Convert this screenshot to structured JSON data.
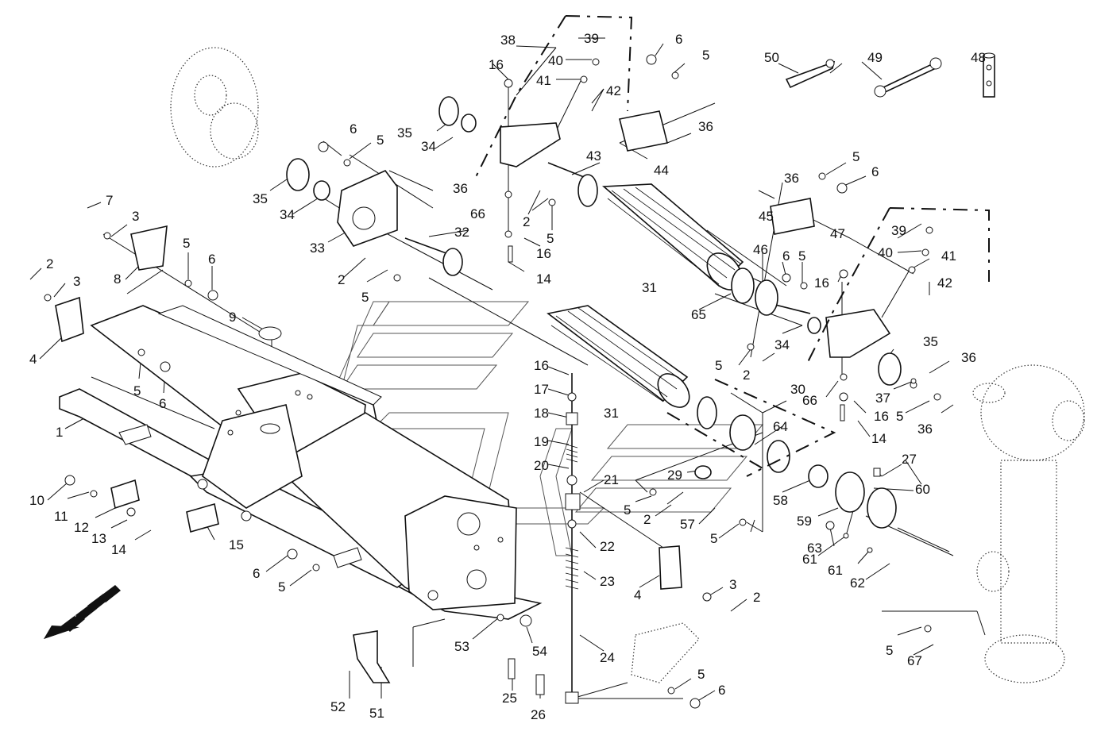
{
  "diagram": {
    "callouts": [
      {
        "id": "c1",
        "text": "1"
      },
      {
        "id": "c2a",
        "text": "2"
      },
      {
        "id": "c2b",
        "text": "2"
      },
      {
        "id": "c2c",
        "text": "2"
      },
      {
        "id": "c2d",
        "text": "2"
      },
      {
        "id": "c2e",
        "text": "2"
      },
      {
        "id": "c2f",
        "text": "2"
      },
      {
        "id": "c2g",
        "text": "2"
      },
      {
        "id": "c3a",
        "text": "3"
      },
      {
        "id": "c3b",
        "text": "3"
      },
      {
        "id": "c3c",
        "text": "3"
      },
      {
        "id": "c4a",
        "text": "4"
      },
      {
        "id": "c4b",
        "text": "4"
      },
      {
        "id": "c5a",
        "text": "5"
      },
      {
        "id": "c5b",
        "text": "5"
      },
      {
        "id": "c5c",
        "text": "5"
      },
      {
        "id": "c5d",
        "text": "5"
      },
      {
        "id": "c5e",
        "text": "5"
      },
      {
        "id": "c5f",
        "text": "5"
      },
      {
        "id": "c5g",
        "text": "5"
      },
      {
        "id": "c5h",
        "text": "5"
      },
      {
        "id": "c5i",
        "text": "5"
      },
      {
        "id": "c5j",
        "text": "5"
      },
      {
        "id": "c5k",
        "text": "5"
      },
      {
        "id": "c5l",
        "text": "5"
      },
      {
        "id": "c5m",
        "text": "5"
      },
      {
        "id": "c5n",
        "text": "5"
      },
      {
        "id": "c5o",
        "text": "5"
      },
      {
        "id": "c5p",
        "text": "5"
      },
      {
        "id": "c6a",
        "text": "6"
      },
      {
        "id": "c6b",
        "text": "6"
      },
      {
        "id": "c6c",
        "text": "6"
      },
      {
        "id": "c6d",
        "text": "6"
      },
      {
        "id": "c6e",
        "text": "6"
      },
      {
        "id": "c6f",
        "text": "6"
      },
      {
        "id": "c6g",
        "text": "6"
      },
      {
        "id": "c6h",
        "text": "6"
      },
      {
        "id": "c7",
        "text": "7"
      },
      {
        "id": "c8",
        "text": "8"
      },
      {
        "id": "c9",
        "text": "9"
      },
      {
        "id": "c10",
        "text": "10"
      },
      {
        "id": "c11",
        "text": "11"
      },
      {
        "id": "c12",
        "text": "12"
      },
      {
        "id": "c13",
        "text": "13"
      },
      {
        "id": "c14a",
        "text": "14"
      },
      {
        "id": "c14b",
        "text": "14"
      },
      {
        "id": "c14c",
        "text": "14"
      },
      {
        "id": "c15",
        "text": "15"
      },
      {
        "id": "c16a",
        "text": "16"
      },
      {
        "id": "c16b",
        "text": "16"
      },
      {
        "id": "c16c",
        "text": "16"
      },
      {
        "id": "c16d",
        "text": "16"
      },
      {
        "id": "c16e",
        "text": "16"
      },
      {
        "id": "c17",
        "text": "17"
      },
      {
        "id": "c18",
        "text": "18"
      },
      {
        "id": "c19",
        "text": "19"
      },
      {
        "id": "c20",
        "text": "20"
      },
      {
        "id": "c21",
        "text": "21"
      },
      {
        "id": "c22",
        "text": "22"
      },
      {
        "id": "c23",
        "text": "23"
      },
      {
        "id": "c24",
        "text": "24"
      },
      {
        "id": "c25",
        "text": "25"
      },
      {
        "id": "c26",
        "text": "26"
      },
      {
        "id": "c27",
        "text": "27"
      },
      {
        "id": "c29",
        "text": "29"
      },
      {
        "id": "c30",
        "text": "30"
      },
      {
        "id": "c31a",
        "text": "31"
      },
      {
        "id": "c31b",
        "text": "31"
      },
      {
        "id": "c32",
        "text": "32"
      },
      {
        "id": "c33",
        "text": "33"
      },
      {
        "id": "c34a",
        "text": "34"
      },
      {
        "id": "c34b",
        "text": "34"
      },
      {
        "id": "c34c",
        "text": "34"
      },
      {
        "id": "c35a",
        "text": "35"
      },
      {
        "id": "c35b",
        "text": "35"
      },
      {
        "id": "c35c",
        "text": "35"
      },
      {
        "id": "c36a",
        "text": "36"
      },
      {
        "id": "c36b",
        "text": "36"
      },
      {
        "id": "c36c",
        "text": "36"
      },
      {
        "id": "c36d",
        "text": "36"
      },
      {
        "id": "c36e",
        "text": "36"
      },
      {
        "id": "c37",
        "text": "37"
      },
      {
        "id": "c38",
        "text": "38"
      },
      {
        "id": "c39a",
        "text": "39"
      },
      {
        "id": "c39b",
        "text": "39"
      },
      {
        "id": "c40a",
        "text": "40"
      },
      {
        "id": "c40b",
        "text": "40"
      },
      {
        "id": "c41a",
        "text": "41"
      },
      {
        "id": "c41b",
        "text": "41"
      },
      {
        "id": "c42a",
        "text": "42"
      },
      {
        "id": "c42b",
        "text": "42"
      },
      {
        "id": "c43",
        "text": "43"
      },
      {
        "id": "c44",
        "text": "44"
      },
      {
        "id": "c45",
        "text": "45"
      },
      {
        "id": "c46",
        "text": "46"
      },
      {
        "id": "c47",
        "text": "47"
      },
      {
        "id": "c48",
        "text": "48"
      },
      {
        "id": "c49",
        "text": "49"
      },
      {
        "id": "c50",
        "text": "50"
      },
      {
        "id": "c51",
        "text": "51"
      },
      {
        "id": "c52",
        "text": "52"
      },
      {
        "id": "c53",
        "text": "53"
      },
      {
        "id": "c54",
        "text": "54"
      },
      {
        "id": "c57",
        "text": "57"
      },
      {
        "id": "c58",
        "text": "58"
      },
      {
        "id": "c59",
        "text": "59"
      },
      {
        "id": "c60",
        "text": "60"
      },
      {
        "id": "c61a",
        "text": "61"
      },
      {
        "id": "c61b",
        "text": "61"
      },
      {
        "id": "c62",
        "text": "62"
      },
      {
        "id": "c63",
        "text": "63"
      },
      {
        "id": "c64",
        "text": "64"
      },
      {
        "id": "c65",
        "text": "65"
      },
      {
        "id": "c66a",
        "text": "66"
      },
      {
        "id": "c66b",
        "text": "66"
      },
      {
        "id": "c67",
        "text": "67"
      }
    ]
  }
}
